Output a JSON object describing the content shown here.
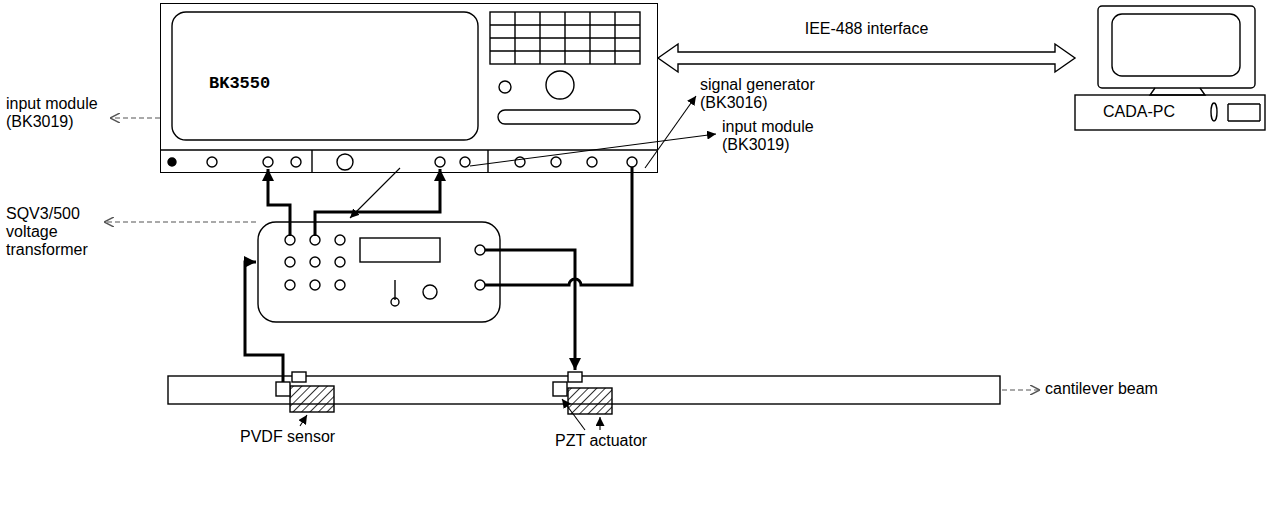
{
  "diagram": {
    "nodes": [
      {
        "text": [
          "BK3550"
        ]
      },
      {
        "text": [
          "CADA-PC"
        ]
      }
    ],
    "edges": [
      {
        "from": 0,
        "to": 1,
        "arrow": "both",
        "label": "IEE-488 interface"
      }
    ],
    "labels": [
      "input module (BK3019)",
      "signal generator (BK3016)",
      "input module (BK3019)",
      "SQV3/500 voltage transformer",
      "cantilever beam",
      "PVDF sensor",
      "PZT actuator"
    ]
  }
}
